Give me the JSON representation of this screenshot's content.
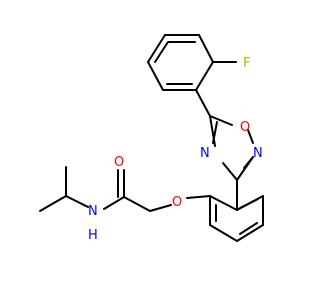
{
  "molecule": {
    "atoms": {
      "fluorine": "F",
      "oxadiazole_oxygen": "O",
      "oxadiazole_n_right": "N",
      "oxadiazole_n_left": "N",
      "carbonyl_oxygen": "O",
      "ether_oxygen": "O",
      "amide_nitrogen": "N",
      "amide_hydrogen": "H"
    },
    "colors": {
      "bond": "#000000",
      "fluorine": "#B3B300",
      "oxygen": "#FF0000",
      "nitrogen": "#0000FF"
    }
  }
}
